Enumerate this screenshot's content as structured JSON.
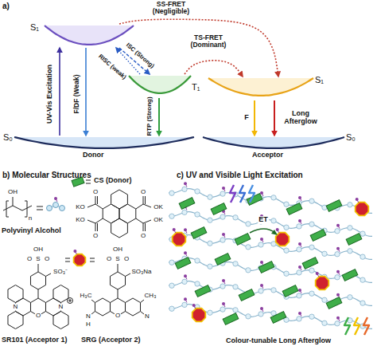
{
  "diagram": {
    "nodes": [
      {
        "text": [
          "S₁"
        ]
      },
      {
        "text": [
          "T₁"
        ]
      },
      {
        "text": [
          "S₀",
          "Donor"
        ]
      },
      {
        "text": [
          "S₁"
        ]
      },
      {
        "text": [
          "S₀",
          "Acceptor"
        ]
      }
    ],
    "edges": [
      {
        "from": 2,
        "to": 0,
        "arrow": "to",
        "label": "UV-Vis Excitation"
      },
      {
        "from": 0,
        "to": 2,
        "arrow": "to",
        "label": "F/DF (Weak)"
      },
      {
        "from": 0,
        "to": 1,
        "arrow": "to",
        "label": "ISC (Strong)"
      },
      {
        "from": 1,
        "to": 0,
        "arrow": "to",
        "label": "RISC (weak)"
      },
      {
        "from": 1,
        "to": 2,
        "arrow": "to",
        "label": "RTP (Strong)"
      },
      {
        "from": 0,
        "to": 3,
        "arrow": "to",
        "label": "SS-FRET (Negligible)"
      },
      {
        "from": 1,
        "to": 3,
        "arrow": "to",
        "label": "TS-FRET (Dominant)"
      },
      {
        "from": 3,
        "to": 4,
        "arrow": "to",
        "label": "F"
      },
      {
        "from": 3,
        "to": 4,
        "arrow": "to",
        "label": "Long Afterglow"
      }
    ],
    "labels": [
      "a)",
      "b) Molecular Structures",
      "c) UV and Visible Light Excitation",
      "OH",
      "n",
      "Polyvinyl Alcohol",
      "CS (Donor)",
      "O",
      "KO",
      "O",
      "OK",
      "KO",
      "O",
      "OK",
      "O",
      "OH",
      "O",
      "S",
      "O",
      "SO₃⁻",
      "N",
      "O",
      "N",
      "SR101 (Acceptor 1)",
      "OH",
      "O",
      "S",
      "O",
      "SO₃Na",
      "H₃C",
      "CH₃",
      "N",
      "H",
      "O",
      "N",
      "SRG (Acceptor 2)",
      "ET",
      "Colour-tunable Long Afterglow"
    ]
  }
}
